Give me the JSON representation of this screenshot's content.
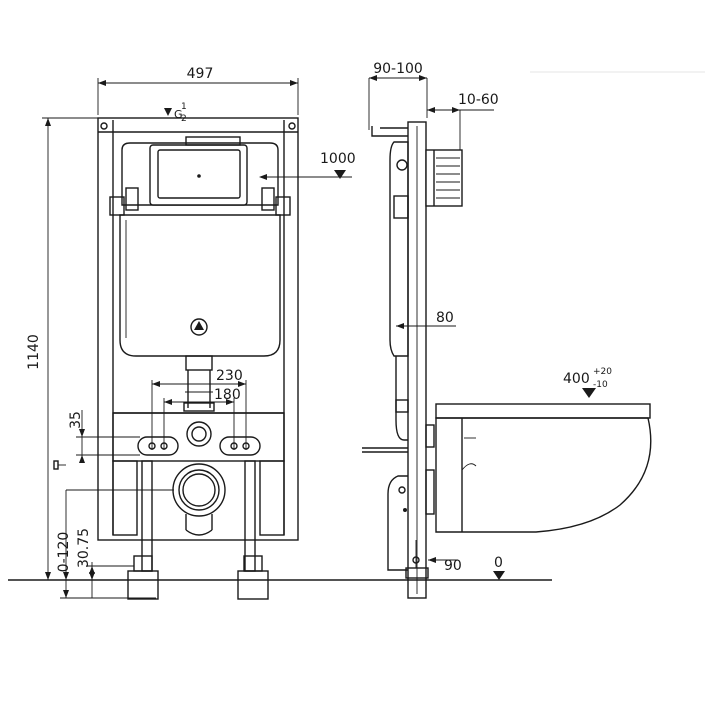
{
  "front_view": {
    "width_dim": "497",
    "height_dim": "1140",
    "water_inlet_height": "1000",
    "inlet_spacing_outer": "230",
    "inlet_spacing_inner": "180",
    "offset_35": "35",
    "offset_30_75": "30.75",
    "foot_adjust": "0-120",
    "inlet_symbol": "G",
    "inlet_fraction_num": "1",
    "inlet_fraction_den": "2"
  },
  "side_view": {
    "depth_dim": "90-100",
    "wall_dim": "10-60",
    "pipe_dim": "80",
    "bottom_dim": "90",
    "floor_level": "0",
    "seat_height": "400",
    "seat_tol_plus": "+20",
    "seat_tol_minus": "-10"
  }
}
